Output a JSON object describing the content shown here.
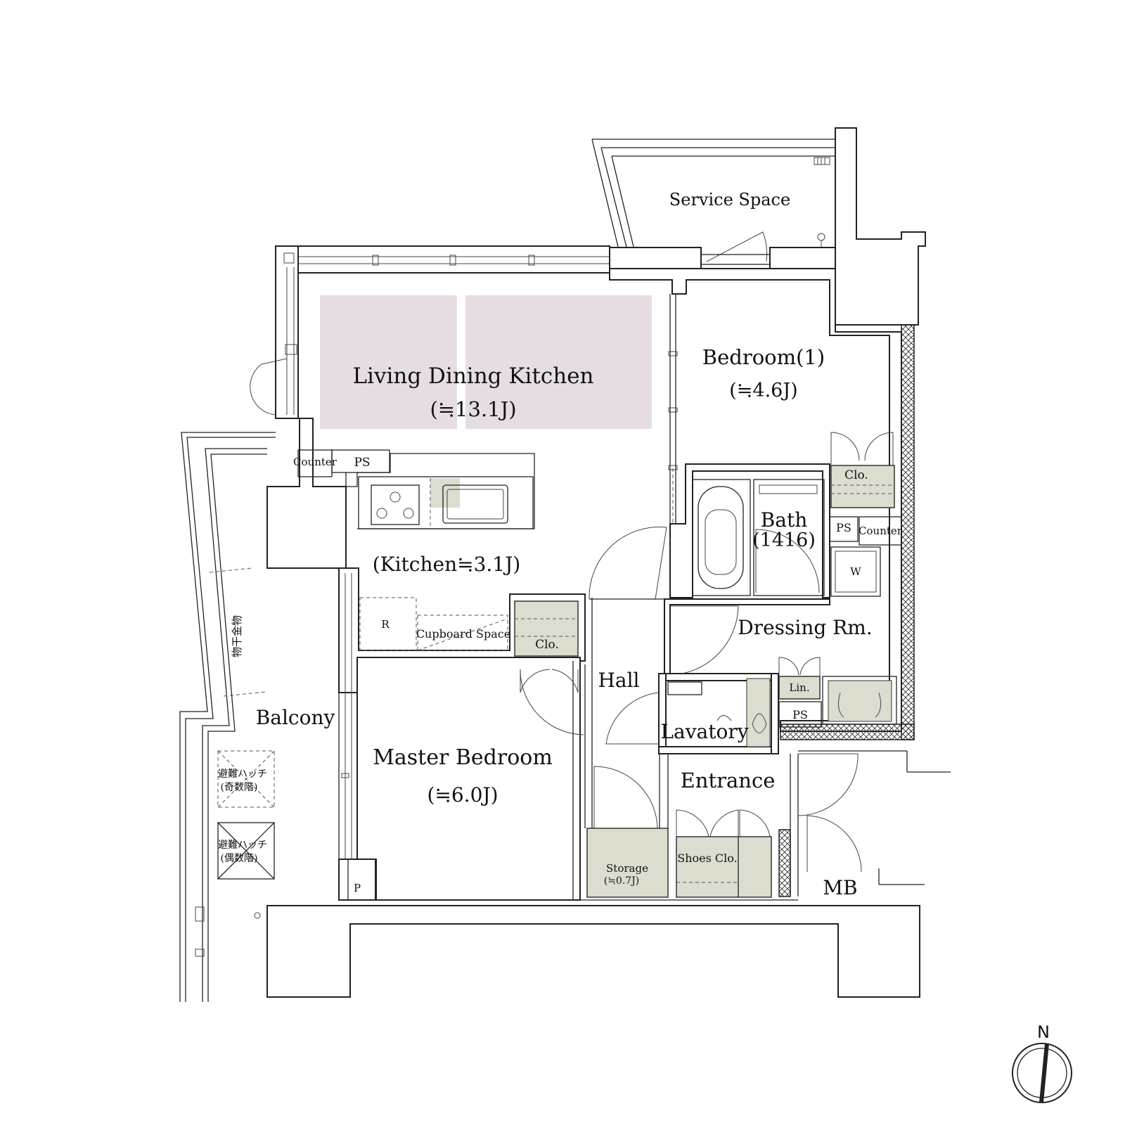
{
  "rooms": {
    "service_space": "Service Space",
    "ldk_name": "Living Dining Kitchen",
    "ldk_area": "(≒13.1J)",
    "bedroom1_name": "Bedroom(1)",
    "bedroom1_area": "(≒4.6J)",
    "kitchen_area": "(Kitchen≒3.1J)",
    "bath_name": "Bath",
    "bath_size": "(1416)",
    "dressing": "Dressing Rm.",
    "hall": "Hall",
    "lavatory": "Lavatory",
    "master_name": "Master Bedroom",
    "master_area": "(≒6.0J)",
    "entrance": "Entrance",
    "balcony": "Balcony",
    "mb": "MB",
    "storage_name": "Storage",
    "storage_area": "(≒0.7J)",
    "shoes_clo": "Shoes Clo."
  },
  "fixtures": {
    "counter_left": "Counter",
    "counter_right": "Counter",
    "ps_kitchen": "PS",
    "ps_bath": "PS",
    "ps_lavatory": "PS",
    "clo_bedroom1": "Clo.",
    "clo_master": "Clo.",
    "lin": "Lin.",
    "w": "W",
    "r": "R",
    "cupboard": "Cupboard Space",
    "p": "P",
    "laundry_rail": "物干金物",
    "hatch_odd_1": "避難ハッチ",
    "hatch_odd_2": "(奇数階)",
    "hatch_even_1": "避難ハッチ",
    "hatch_even_2": "(偶数階)"
  },
  "compass": {
    "north": "N"
  },
  "colors": {
    "walls": "#222222",
    "ldk_highlight": "#e6dde4",
    "storage_fill": "#dcdccf",
    "hatch": "#333333"
  }
}
